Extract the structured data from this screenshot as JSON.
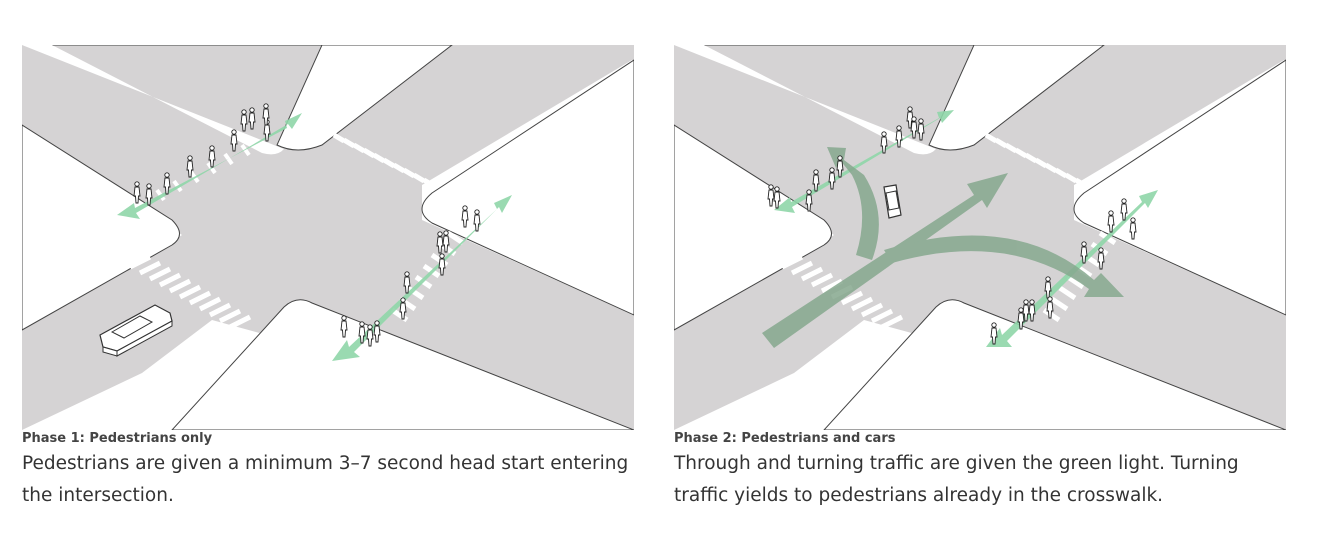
{
  "panels": [
    {
      "phase_label": "Phase 1: Pedestrians only",
      "caption": "Pedestrians are given a minimum 3–7 second head start entering the intersection."
    },
    {
      "phase_label": "Phase 2: Pedestrians and cars",
      "caption": "Through and turning traffic are given the green light. Turning traffic yields to pedestrians already in the crosswalk."
    }
  ],
  "colors": {
    "road": "#d5d3d4",
    "sidewalk": "#ffffff",
    "edge": "#444444",
    "ped_arrow": "#8fd6a8",
    "car_arrow": "#86a88e"
  }
}
